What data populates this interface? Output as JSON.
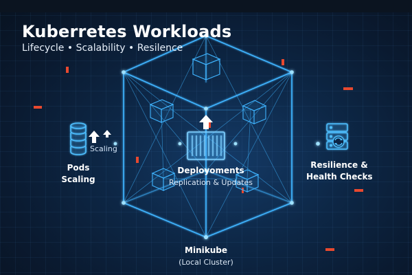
{
  "header": {
    "title": "Kuberretes Workloads",
    "subtitle": "Lifecycle • Scalability • Resilence"
  },
  "nodes": {
    "pods": {
      "label": "Pods",
      "sublabel": "Scaling"
    },
    "scaling_arrows": {
      "label": "Scaling"
    },
    "deployments": {
      "label": "Deployoments",
      "sublabel": "Replication & Updates"
    },
    "resilience": {
      "label": "Resilience &",
      "sublabel": "Health Checks"
    },
    "minikube": {
      "label": "Minikube",
      "sublabel": "(Local Cluster)"
    }
  },
  "colors": {
    "background": "#0a1a30",
    "neon_line": "#3fb4ff",
    "glow_node": "#9fe1ff",
    "accent_red": "#e8492f",
    "text": "#ffffff"
  },
  "icons": [
    "database-stack-icon",
    "scale-up-arrows-icon",
    "container-icon",
    "upload-arrow-icon",
    "server-shield-icon",
    "wireframe-cube-icon"
  ]
}
